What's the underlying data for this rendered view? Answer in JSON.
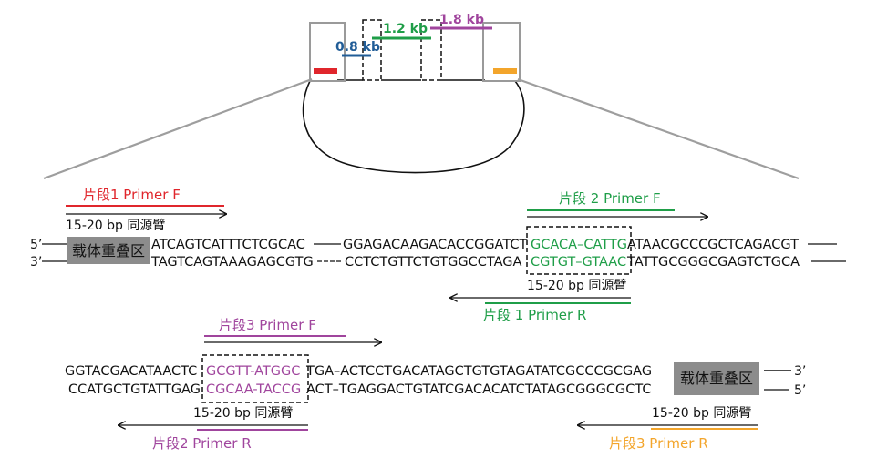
{
  "colors": {
    "red": "#e0262c",
    "green": "#1f9e48",
    "purple": "#a0459d",
    "orange": "#f3a52b",
    "blue": "#215d97",
    "grey_box": "#9a9a9a",
    "vector_fill": "#8c8c8c",
    "line": "#111111",
    "pointer": "#9e9e9e"
  },
  "plasmid": {
    "kb_labels": [
      "0.8 kb",
      "1.2 kb",
      "1.8 kb"
    ]
  },
  "row1": {
    "primer_f_label": "片段1 Primer F",
    "homology_label": "15-20 bp 同源臂",
    "end5": "5’",
    "end3": "3’",
    "vector_label": "载体重叠区",
    "top_left": "ATCAGTCATTTCTCGCAC",
    "top_mid": "GGAGACAAGACACCGGATCT",
    "top_green": "GCACA–CATTG",
    "top_right": "ATAACGCCCGCTCAGACGT",
    "bot_left": "TAGTCAGTAAAGAGCGTG",
    "bot_mid": "CCTCTGTTCTGTGGCCTAGA",
    "bot_green": "CGTGT–GTAAC",
    "bot_right": "TATTGCGGGCGAGTCTGCA",
    "frag2_f_label": "片段 2 Primer F",
    "homology_label2": "15-20 bp 同源臂",
    "frag1_r_label": "片段 1 Primer R"
  },
  "row2": {
    "frag3_f_label": "片段3 Primer F",
    "top_left": "GGTACGACATAACTC",
    "top_purple": "GCGTT-ATGGC",
    "top_right": "TGA–ACTCCTGACATAGCTGTGTAGATATCGCCCGCGAG",
    "bot_left": "CCATGCTGTATTGAG",
    "bot_purple": "CGCAA-TACCG",
    "bot_right": "ACT–TGAGGACTGTATCGACACATCTATAGCGGGCGCTC",
    "vector_label": "载体重叠区",
    "end3": "3’",
    "end5": "5’",
    "homology_label": "15-20 bp 同源臂",
    "frag2_r_label": "片段2 Primer R",
    "homology_label2": "15-20 bp 同源臂",
    "frag3_r_label": "片段3 Primer R"
  }
}
